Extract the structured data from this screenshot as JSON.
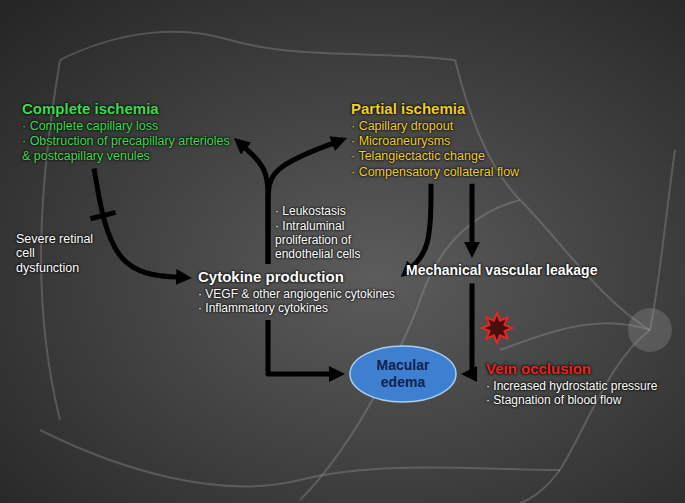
{
  "diagram": {
    "nodes": [
      {
        "text": [
          "Complete ischemia",
          "· Complete capillary loss",
          "· Obstruction of precapillary arterioles & postcapillary venules"
        ]
      },
      {
        "text": [
          "Partial ischemia",
          "· Capillary dropout",
          "· Microaneurysms",
          "· Telangiectactic change",
          "· Compensatory collateral flow"
        ]
      },
      {
        "text": [
          "Cytokine production",
          "· VEGF & other angiogenic cytokines",
          "· Inflammatory cytokines"
        ]
      },
      {
        "text": [
          "Mechanical vascular leakage"
        ]
      },
      {
        "text": [
          "Macular edema"
        ]
      },
      {
        "text": [
          "Vein occlusion",
          "· Increased hydrostatic pressure",
          "· Stagnation of blood flow"
        ]
      }
    ],
    "edges": [
      {
        "from": 0,
        "to": 2,
        "arrow": "to",
        "label": "Severe retinal cell dysfunction"
      },
      {
        "from": 2,
        "to": 0,
        "arrow": "to"
      },
      {
        "from": 2,
        "to": 1,
        "arrow": "to"
      },
      {
        "from": 1,
        "to": 2,
        "arrow": "to"
      },
      {
        "from": 1,
        "to": 3,
        "arrow": "to"
      },
      {
        "from": 2,
        "to": 4,
        "arrow": "to"
      },
      {
        "from": 3,
        "to": 4,
        "arrow": "to"
      }
    ],
    "labels": [
      "· Leukostasis",
      "· Intraluminal proliferation of endothelial cells"
    ]
  }
}
